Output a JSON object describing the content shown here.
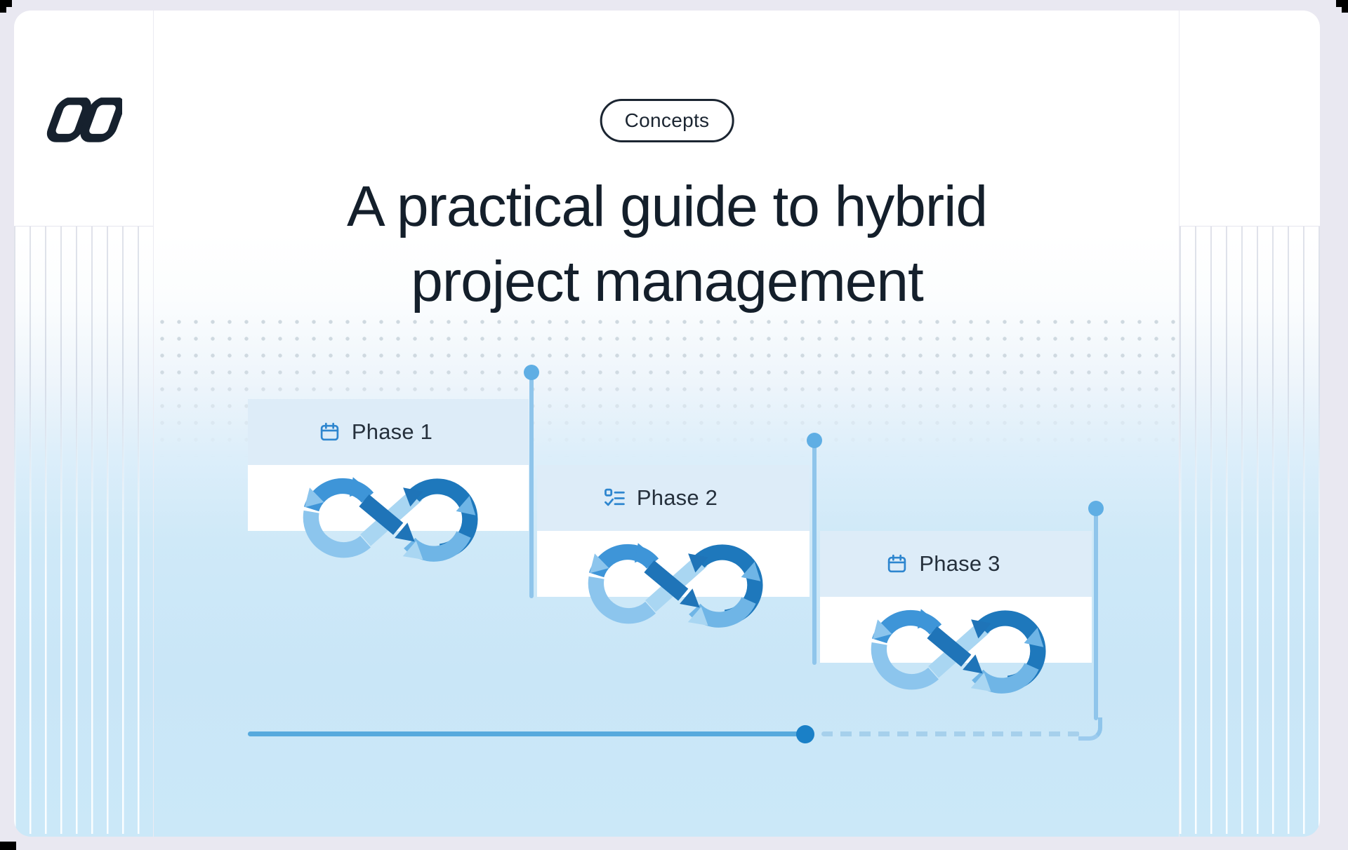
{
  "badge": {
    "label": "Concepts"
  },
  "title": {
    "line1": "A practical guide to hybrid",
    "line2": "project management"
  },
  "brand": {
    "logo_icon": "brand-logo"
  },
  "diagram": {
    "phases": [
      {
        "label": "Phase 1",
        "icon": "calendar-icon"
      },
      {
        "label": "Phase 2",
        "icon": "task-list-icon"
      },
      {
        "label": "Phase 3",
        "icon": "calendar-icon"
      }
    ],
    "loop_icon": "infinity-loop-icon",
    "milestone_dots": 3,
    "timeline": {
      "solid_then_dashed": true
    }
  },
  "colors": {
    "page_margin": "#e9e8f1",
    "card_top": "#ffffff",
    "card_bottom": "#cbe8f8",
    "title_text": "#141f2b",
    "phase_header_bg": "#ddecf8",
    "phase_icon": "#2e86cf",
    "milestone_dot": "#5faee4",
    "milestone_stem": "#8fc5eb",
    "timeline_solid": "#57aadd",
    "timeline_end_dot": "#1a80c7",
    "timeline_dashed": "#a6d0ec",
    "loop_dark": "#1e78bc",
    "loop_medium": "#3e95d8",
    "loop_light": "#a9d6f2"
  }
}
